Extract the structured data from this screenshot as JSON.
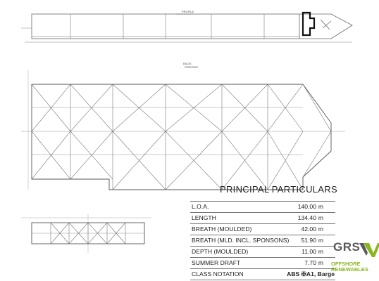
{
  "drawing": {
    "profile_label": "PROFILE",
    "plan_label_1": "BILGE",
    "plan_label_2": "PERIODIC"
  },
  "particulars": {
    "title": "PRINCIPAL PARTICULARS",
    "rows": [
      {
        "label": "L.O.A.",
        "value": "140.00",
        "unit": "m"
      },
      {
        "label": "LENGTH",
        "value": "134.40",
        "unit": "m"
      },
      {
        "label": "BREATH (MOULDED)",
        "value": "42.00",
        "unit": "m"
      },
      {
        "label": "BREATH (MLD. INCL. SPONSONS)",
        "value": "51.90",
        "unit": "m"
      },
      {
        "label": "DEPTH (MOULDED)",
        "value": "11.00",
        "unit": "m"
      },
      {
        "label": "SUMMER DRAFT",
        "value": "7.70",
        "unit": "m"
      },
      {
        "label": "CLASS NOTATION",
        "value": "ABS ✠A1, Barge",
        "unit": ""
      }
    ]
  },
  "logo": {
    "name": "GRS",
    "line1": "OFFSHORE",
    "line2": "RENEWABLES",
    "colors": {
      "grey": "#5a5a5a",
      "green": "#8ab61f"
    }
  }
}
